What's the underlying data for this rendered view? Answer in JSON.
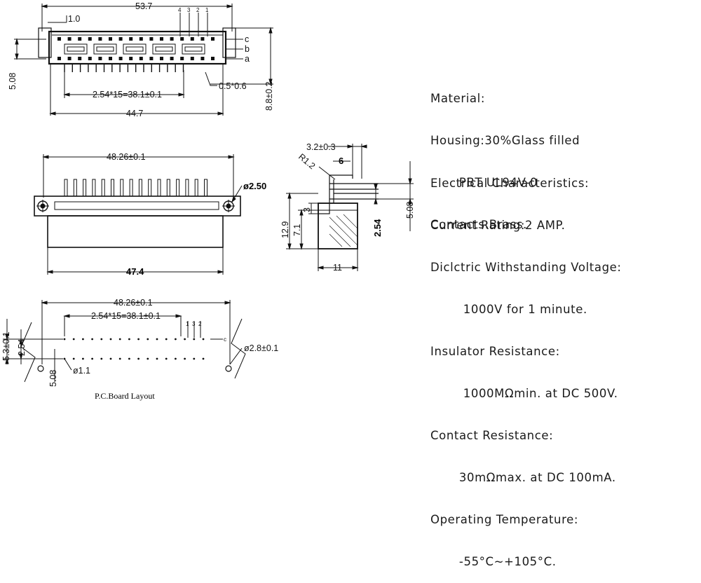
{
  "top_view": {
    "overall": "53.7",
    "pitch_offset": "1.0",
    "height_left": "5.08",
    "pin_span": "2.54*15=38.1±0.1",
    "pin_size": "0.5*0.6",
    "width": "44.7",
    "height_right": "8.8±0.2",
    "row_labels": [
      "c",
      "b",
      "a"
    ],
    "pin_numbers": [
      "4",
      "3",
      "2",
      "1"
    ]
  },
  "front_view": {
    "width": "48.26±0.1",
    "hole": "ø2.50",
    "body_width": "47.4"
  },
  "side_view": {
    "top_width": "3.2±0.3",
    "radius": "R1.2",
    "six": "6",
    "right_height": "5.08",
    "height_total": "12.9",
    "height_mid": "7.1",
    "height_small": "3",
    "pitch": "2.54",
    "bottom_width": "11"
  },
  "pcb_view": {
    "width": "48.26±0.1",
    "pin_span": "2.54*15=38.1±0.1",
    "pin_numbers": [
      "1",
      "3",
      "2"
    ],
    "row_label": "c",
    "mount_hole": "ø2.8±0.1",
    "pin_hole": "ø1.1",
    "left_total": "5.3±0.1",
    "left_pitch": "2.54",
    "left_small": "5.08",
    "caption": "P.C.Board Layout"
  },
  "specs": {
    "material_lines": [
      "Material:",
      "Housing:30%Glass filled",
      "       PBT UL94V-0",
      "Contacts:Brass."
    ],
    "electrical_lines": [
      "Electrical Characteristics:",
      "Current Rating:2 AMP.",
      "Diclctric Withstanding Voltage:",
      "        1000V for 1 minute.",
      "Insulator Resistance:",
      "        1000MΩmin. at DC 500V.",
      "Contact Resistance:",
      "       30mΩmax. at DC 100mA.",
      "Operating Temperature:",
      "       -55°C~+105°C."
    ]
  }
}
